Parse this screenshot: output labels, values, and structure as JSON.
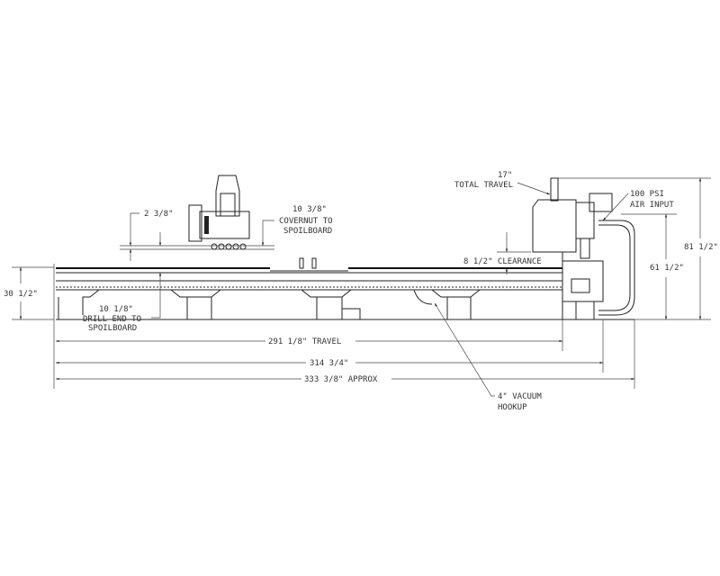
{
  "labels": {
    "dim_2_3_8": "2 3/8\"",
    "dim_10_3_8": "10 3/8\"",
    "covernut_to": "COVERNUT TO",
    "spoilboard_1": "SPOILBOARD",
    "dim_30_1_2": "30 1/2\"",
    "dim_10_1_8": "10 1/8\"",
    "drill_end_to": "DRILL END TO",
    "spoilboard_2": "SPOILBOARD",
    "dim_17": "17\"",
    "total_travel": "TOTAL TRAVEL",
    "psi_100": "100 PSI",
    "air_input": "AIR INPUT",
    "clearance": "8 1/2\" CLEARANCE",
    "dim_81_1_2": "81 1/2\"",
    "dim_61_1_2": "61 1/2\"",
    "travel_291": "291 1/8\" TRAVEL",
    "dim_314": "314 3/4\"",
    "dim_333": "333 3/8\" APPROX",
    "vacuum": "4\" VACUUM",
    "hookup": "HOOKUP"
  }
}
